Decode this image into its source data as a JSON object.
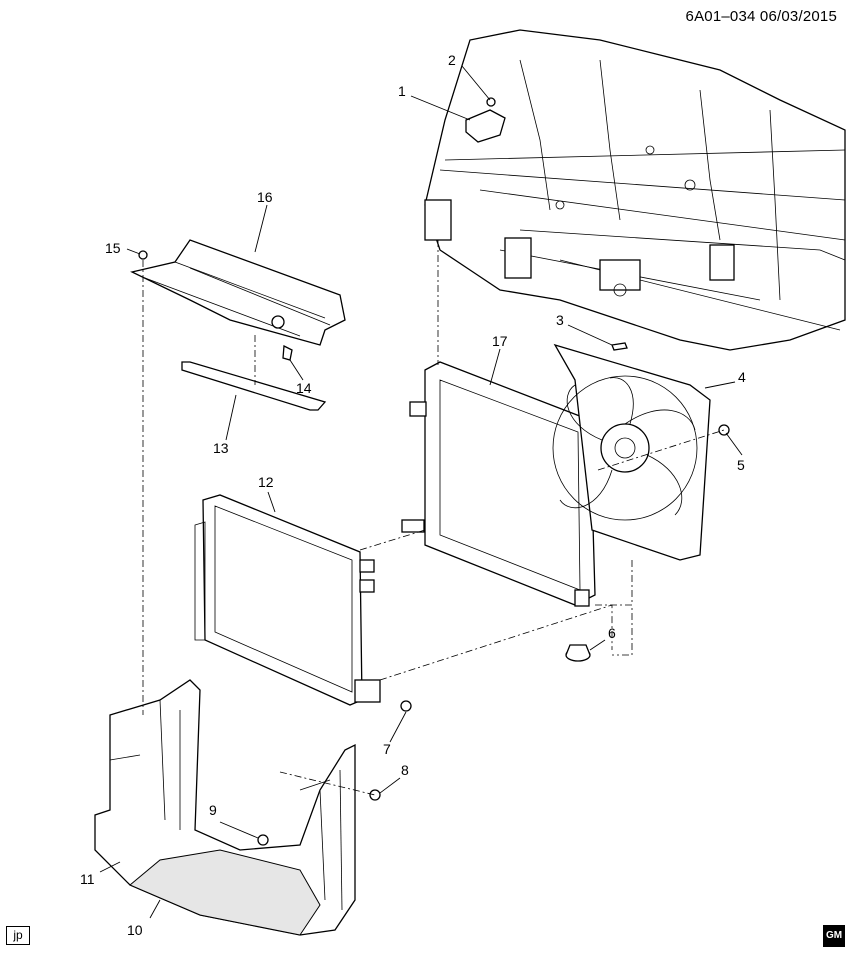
{
  "header": {
    "code": "6A01–034  06/03/2015"
  },
  "callouts": [
    "1",
    "2",
    "3",
    "4",
    "5",
    "6",
    "7",
    "8",
    "9",
    "10",
    "11",
    "12",
    "13",
    "14",
    "15",
    "16",
    "17"
  ],
  "footer": {
    "initials": "jp",
    "logo_text": "GM"
  }
}
